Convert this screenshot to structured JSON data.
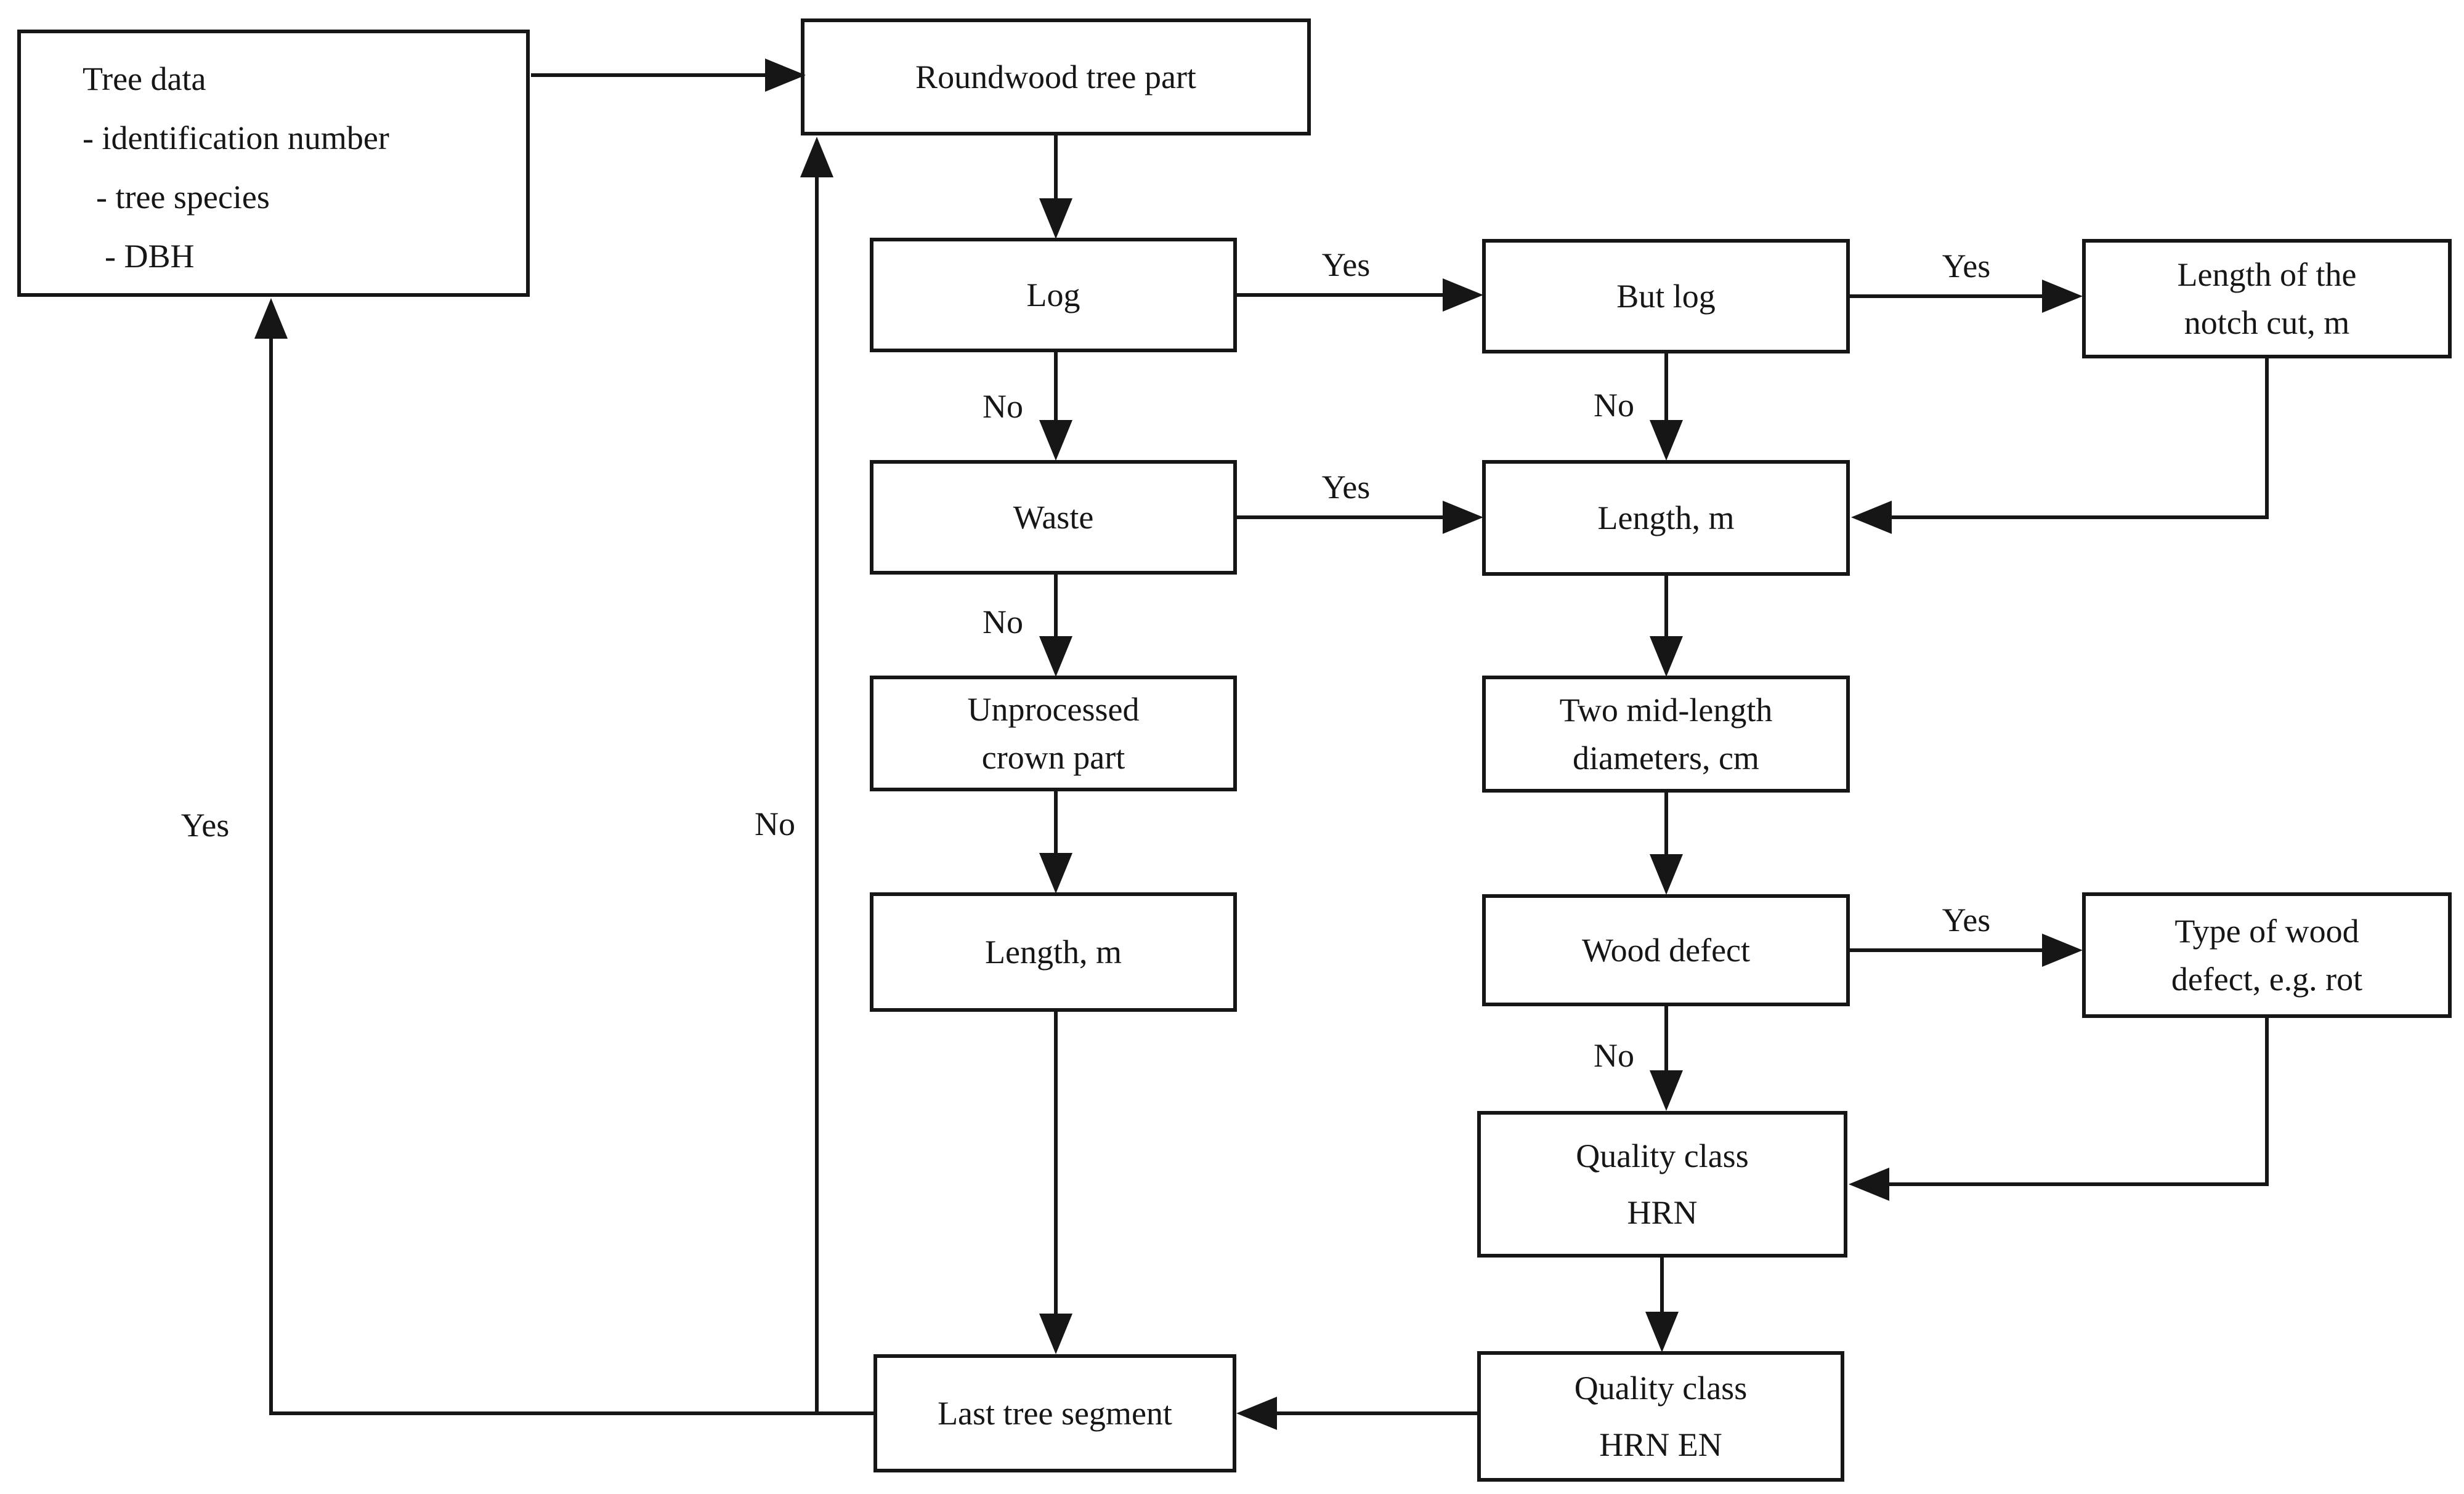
{
  "diagram_type": "flowchart",
  "colors": {
    "ink": "#161616",
    "background": "#ffffff"
  },
  "nodes": [
    {
      "id": "tree-data",
      "lines": [
        "Tree data",
        "- identification number",
        "- tree species",
        "- DBH"
      ]
    },
    {
      "id": "roundwood-tree-part",
      "lines": [
        "Roundwood tree part"
      ]
    },
    {
      "id": "log",
      "lines": [
        "Log"
      ]
    },
    {
      "id": "but-log",
      "lines": [
        "But log"
      ]
    },
    {
      "id": "length-of-notch-cut",
      "lines": [
        "Length of the",
        "notch cut, m"
      ]
    },
    {
      "id": "waste",
      "lines": [
        "Waste"
      ]
    },
    {
      "id": "length-m-right",
      "lines": [
        "Length, m"
      ]
    },
    {
      "id": "unprocessed-crown-part",
      "lines": [
        "Unprocessed",
        "crown part"
      ]
    },
    {
      "id": "two-mid-length-diameters",
      "lines": [
        "Two mid-length",
        "diameters, cm"
      ]
    },
    {
      "id": "length-m-left",
      "lines": [
        "Length, m"
      ]
    },
    {
      "id": "wood-defect",
      "lines": [
        "Wood defect"
      ]
    },
    {
      "id": "type-of-wood-defect",
      "lines": [
        "Type of wood",
        "defect, e.g. rot"
      ]
    },
    {
      "id": "quality-class-hrn",
      "lines": [
        "Quality class",
        "HRN"
      ]
    },
    {
      "id": "quality-class-hrn-en",
      "lines": [
        "Quality class",
        "HRN EN"
      ]
    },
    {
      "id": "last-tree-segment",
      "lines": [
        "Last tree segment"
      ]
    }
  ],
  "edge_labels": [
    {
      "edge": "log-to-but-log",
      "text": "Yes"
    },
    {
      "edge": "but-log-to-notch-cut",
      "text": "Yes"
    },
    {
      "edge": "log-to-waste",
      "text": "No"
    },
    {
      "edge": "but-log-to-length",
      "text": "No"
    },
    {
      "edge": "waste-to-length",
      "text": "Yes"
    },
    {
      "edge": "waste-to-unprocessed",
      "text": "No"
    },
    {
      "edge": "wood-defect-to-type",
      "text": "Yes"
    },
    {
      "edge": "wood-defect-to-quality-hrn",
      "text": "No"
    },
    {
      "edge": "last-segment-to-tree-data",
      "text": "Yes"
    },
    {
      "edge": "last-segment-to-roundwood",
      "text": "No"
    }
  ]
}
